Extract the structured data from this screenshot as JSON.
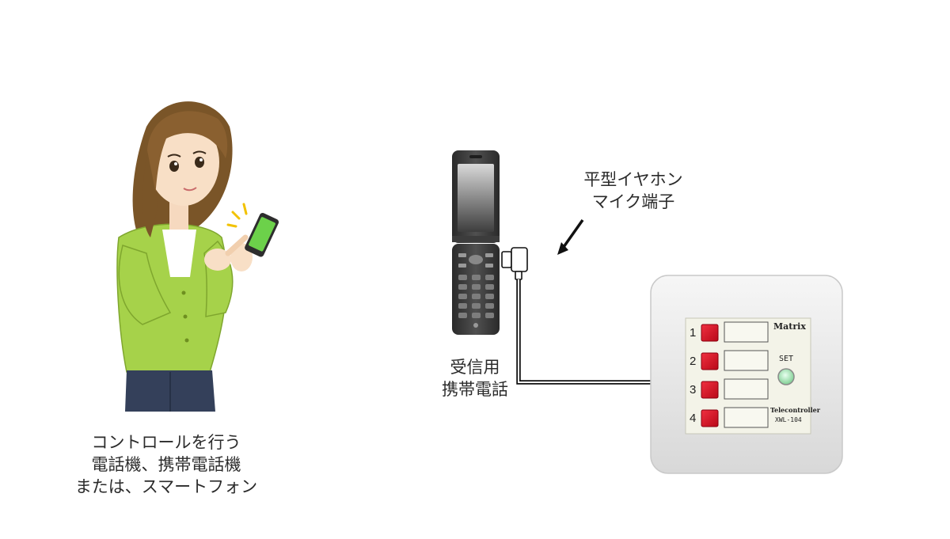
{
  "captions": {
    "controller_lines": [
      "コントロールを行う",
      "電話機、携帯電話機",
      "または、スマートフォン"
    ],
    "receiver_lines": [
      "受信用",
      "携帯電話"
    ],
    "jack_lines": [
      "平型イヤホン",
      "マイク端子"
    ]
  },
  "panel": {
    "brand": "Matrix",
    "model_name": "Telecontroller",
    "model_number": "XWL-104",
    "set_label": "SET",
    "channels": [
      "1",
      "2",
      "3",
      "4"
    ]
  },
  "colors": {
    "button_red": "#d8102a",
    "shirt_green": "#a6d24a",
    "panel_face": "#f3f3e8",
    "phone_body": "#3a3a3a",
    "set_led": "#a8e0b0"
  }
}
